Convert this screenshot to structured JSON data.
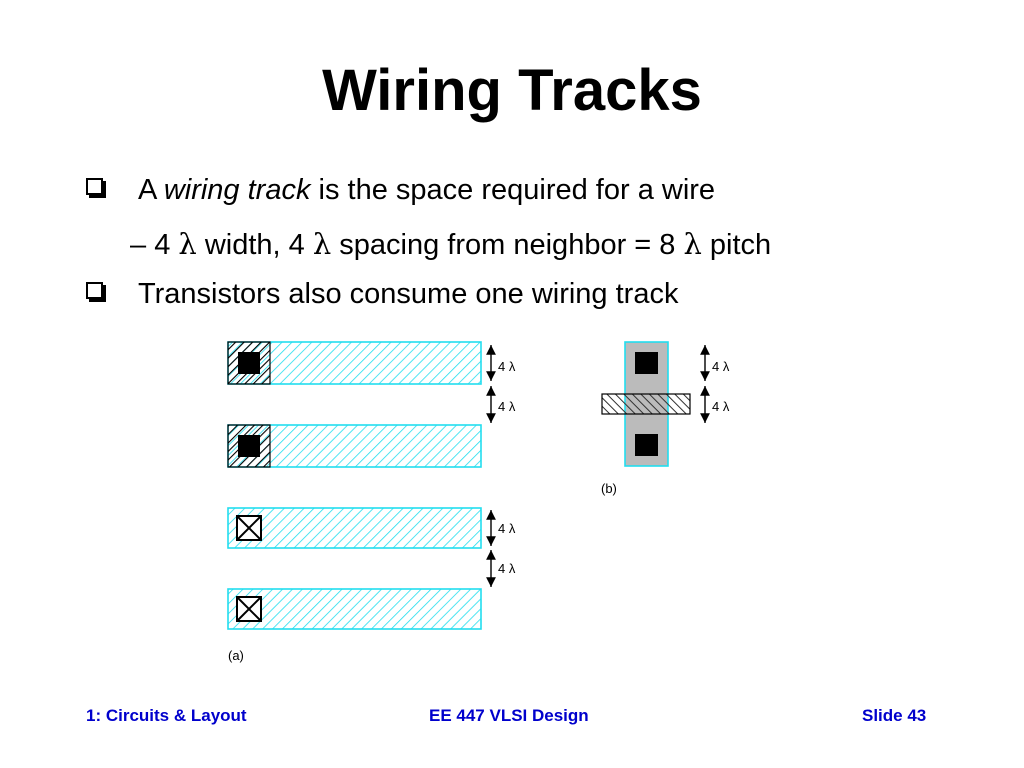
{
  "slide": {
    "title": "Wiring Tracks",
    "bullet1": {
      "prefix": "A ",
      "emphasis": "wiring track",
      "suffix": " is the space required for a wire"
    },
    "bullet2": {
      "dash": "–",
      "part1": " 4 ",
      "lambda1": "λ",
      "part2": " width, 4 ",
      "lambda2": "λ",
      "part3": " spacing from neighbor = 8 ",
      "lambda3": "λ",
      "part4": " pitch"
    },
    "bullet3": {
      "text": "Transistors also consume one wiring track"
    }
  },
  "diagram": {
    "dim_label": "4 λ",
    "label_a": "(a)",
    "label_b": "(b)",
    "colors": {
      "wire": "#22ddee",
      "contact": "#000000",
      "diffusion": "#bbbbbb",
      "poly": "#333333"
    }
  },
  "footer": {
    "left": "1: Circuits & Layout",
    "center": "EE 447 VLSI Design",
    "right": "Slide 43"
  }
}
